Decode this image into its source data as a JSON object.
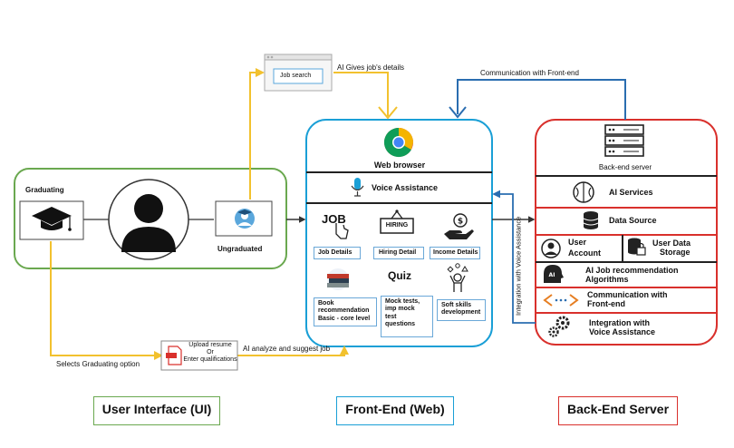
{
  "user_interface": {
    "graduating_label": "Graduating",
    "ungraduated_label": "Ungraduated",
    "selects_option_text": "Selects Graduating option",
    "upload_line1": "Upload resume",
    "upload_line2": "Or",
    "upload_line3": "Enter qualifications",
    "job_search_label": "Job search"
  },
  "connectors": {
    "ai_gives_details": "AI Gives job's details",
    "ai_analyze": "AI analyze and suggest job",
    "communication_front_end": "Communication with Front-end",
    "integration_voice": "Integration with Voice Assistance"
  },
  "front_end": {
    "web_browser": "Web browser",
    "voice_assistance": "Voice Assistance",
    "job_icon_text": "JOB",
    "hiring_icon_text": "HIRING",
    "quiz_icon_text": "Quiz",
    "cards": {
      "job_details": "Job Details",
      "hiring_detail": "Hiring Detail",
      "income_details": "Income Details",
      "book_line1": "Book",
      "book_line2": "recommendation",
      "book_line3": "Basic - core level",
      "mock_line1": "Mock tests,",
      "mock_line2": "imp mock",
      "mock_line3": "test",
      "mock_line4": "questions",
      "soft_line1": "Soft skills",
      "soft_line2": "development"
    }
  },
  "back_end": {
    "server": "Back-end server",
    "ai_services": "AI Services",
    "data_source": "Data Source",
    "user_account_1": "User",
    "user_account_2": "Account",
    "user_data_1": "User Data",
    "user_data_2": "Storage",
    "ai_job_1": "AI Job recommendation",
    "ai_job_2": "Algorithms",
    "comm_1": "Communication with",
    "comm_2": "Front-end",
    "integ_1": "Integration with",
    "integ_2": "Voice Assistance"
  },
  "sections": {
    "ui": "User Interface (UI)",
    "web": "Front-End (Web)",
    "server": "Back-End Server"
  },
  "colors": {
    "ui_green": "#6aa84f",
    "web_blue": "#1a9fd6",
    "server_red": "#d9302c",
    "arrow_yellow": "#f2c12e",
    "arrow_blue": "#2a6db0"
  }
}
